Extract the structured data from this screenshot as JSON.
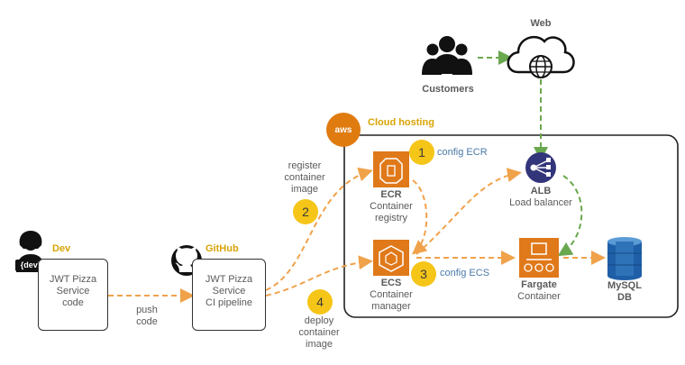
{
  "web_label": "Web",
  "customers_label": "Customers",
  "cloud_hosting_label": "Cloud hosting",
  "aws_logo_text": "aws",
  "dev": {
    "label": "Dev",
    "badge": "{dev}",
    "box_line1": "JWT Pizza",
    "box_line2": "Service",
    "box_line3": "code"
  },
  "github": {
    "label": "GitHub",
    "box_line1": "JWT Pizza",
    "box_line2": "Service",
    "box_line3": "CI pipeline"
  },
  "push_code": {
    "line1": "push",
    "line2": "code"
  },
  "register_image": {
    "line1": "register",
    "line2": "container",
    "line3": "image"
  },
  "deploy_image": {
    "line1": "deploy",
    "line2": "container",
    "line3": "image"
  },
  "steps": {
    "s1": "1",
    "s2": "2",
    "s3": "3",
    "s4": "4",
    "s1_label": "config ECR",
    "s3_label": "config ECS"
  },
  "ecr": {
    "title": "ECR",
    "line1": "Container",
    "line2": "registry"
  },
  "ecs": {
    "title": "ECS",
    "line1": "Container",
    "line2": "manager"
  },
  "alb": {
    "title": "ALB",
    "line1": "Load balancer"
  },
  "fargate": {
    "title": "Fargate",
    "line1": "Container"
  },
  "mysql": {
    "line1": "MySQL",
    "line2": "DB"
  },
  "colors": {
    "orange": "#f0a24b",
    "green": "#6aa84f",
    "gold": "#d9a406",
    "aws_orange": "#e07b10",
    "badge": "#f5c518",
    "db_blue": "#2e73b8"
  }
}
